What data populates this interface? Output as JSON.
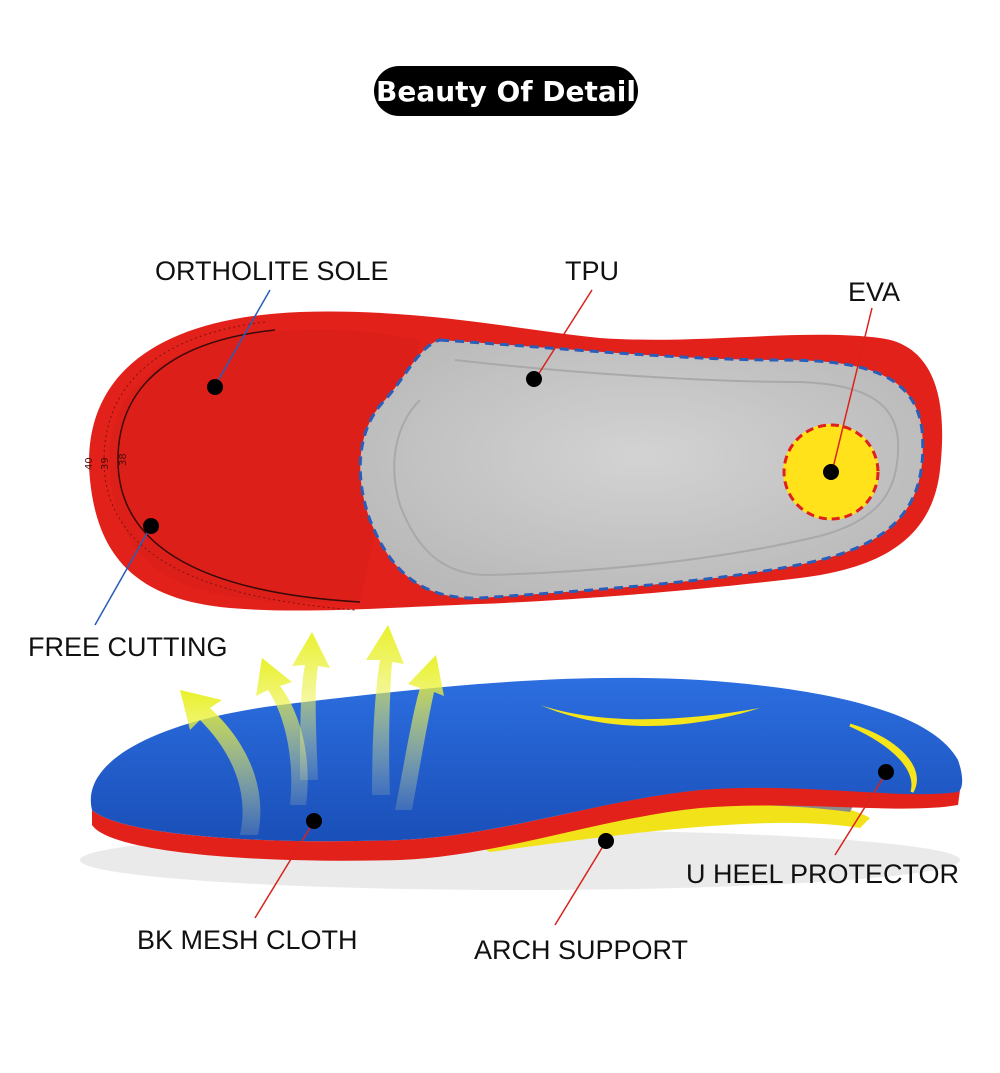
{
  "title": "Beauty Of Detail",
  "sizes": [
    "40",
    "39",
    "38"
  ],
  "labels": {
    "ortholite_sole": "ORTHOLITE SOLE",
    "tpu": "TPU",
    "eva": "EVA",
    "free_cutting": "FREE CUTTING",
    "bk_mesh_cloth": "BK MESH CLOTH",
    "arch_support": "ARCH SUPPORT",
    "u_heel_protector": "U HEEL PROTECTOR"
  },
  "colors": {
    "sole_red": "#e3211b",
    "tpu_gray": "#c9c9c9",
    "dash_blue": "#2a5db8",
    "eva_yellow": "#ffe21a",
    "mesh_blue": "#1f5fd4",
    "arrow_yellow": "#eef23a"
  }
}
